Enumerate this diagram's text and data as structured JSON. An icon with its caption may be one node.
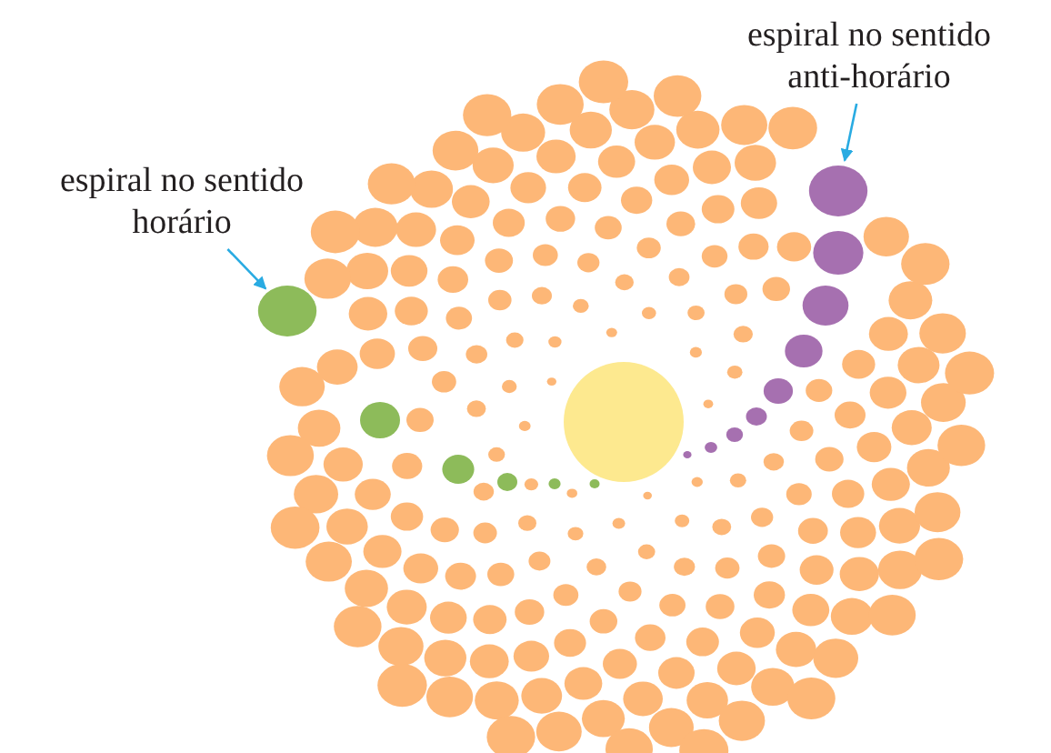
{
  "diagram": {
    "nodes": [
      {
        "text": [
          "espiral no sentido horário"
        ]
      },
      {
        "text": [],
        "shape": "circle"
      },
      {
        "text": [
          "espiral no sentido anti-horário"
        ]
      },
      {
        "text": [],
        "shape": "circle"
      }
    ],
    "edges": [
      {
        "from": 0,
        "to": 1,
        "arrow": "to"
      },
      {
        "from": 2,
        "to": 3,
        "arrow": "to"
      }
    ]
  }
}
